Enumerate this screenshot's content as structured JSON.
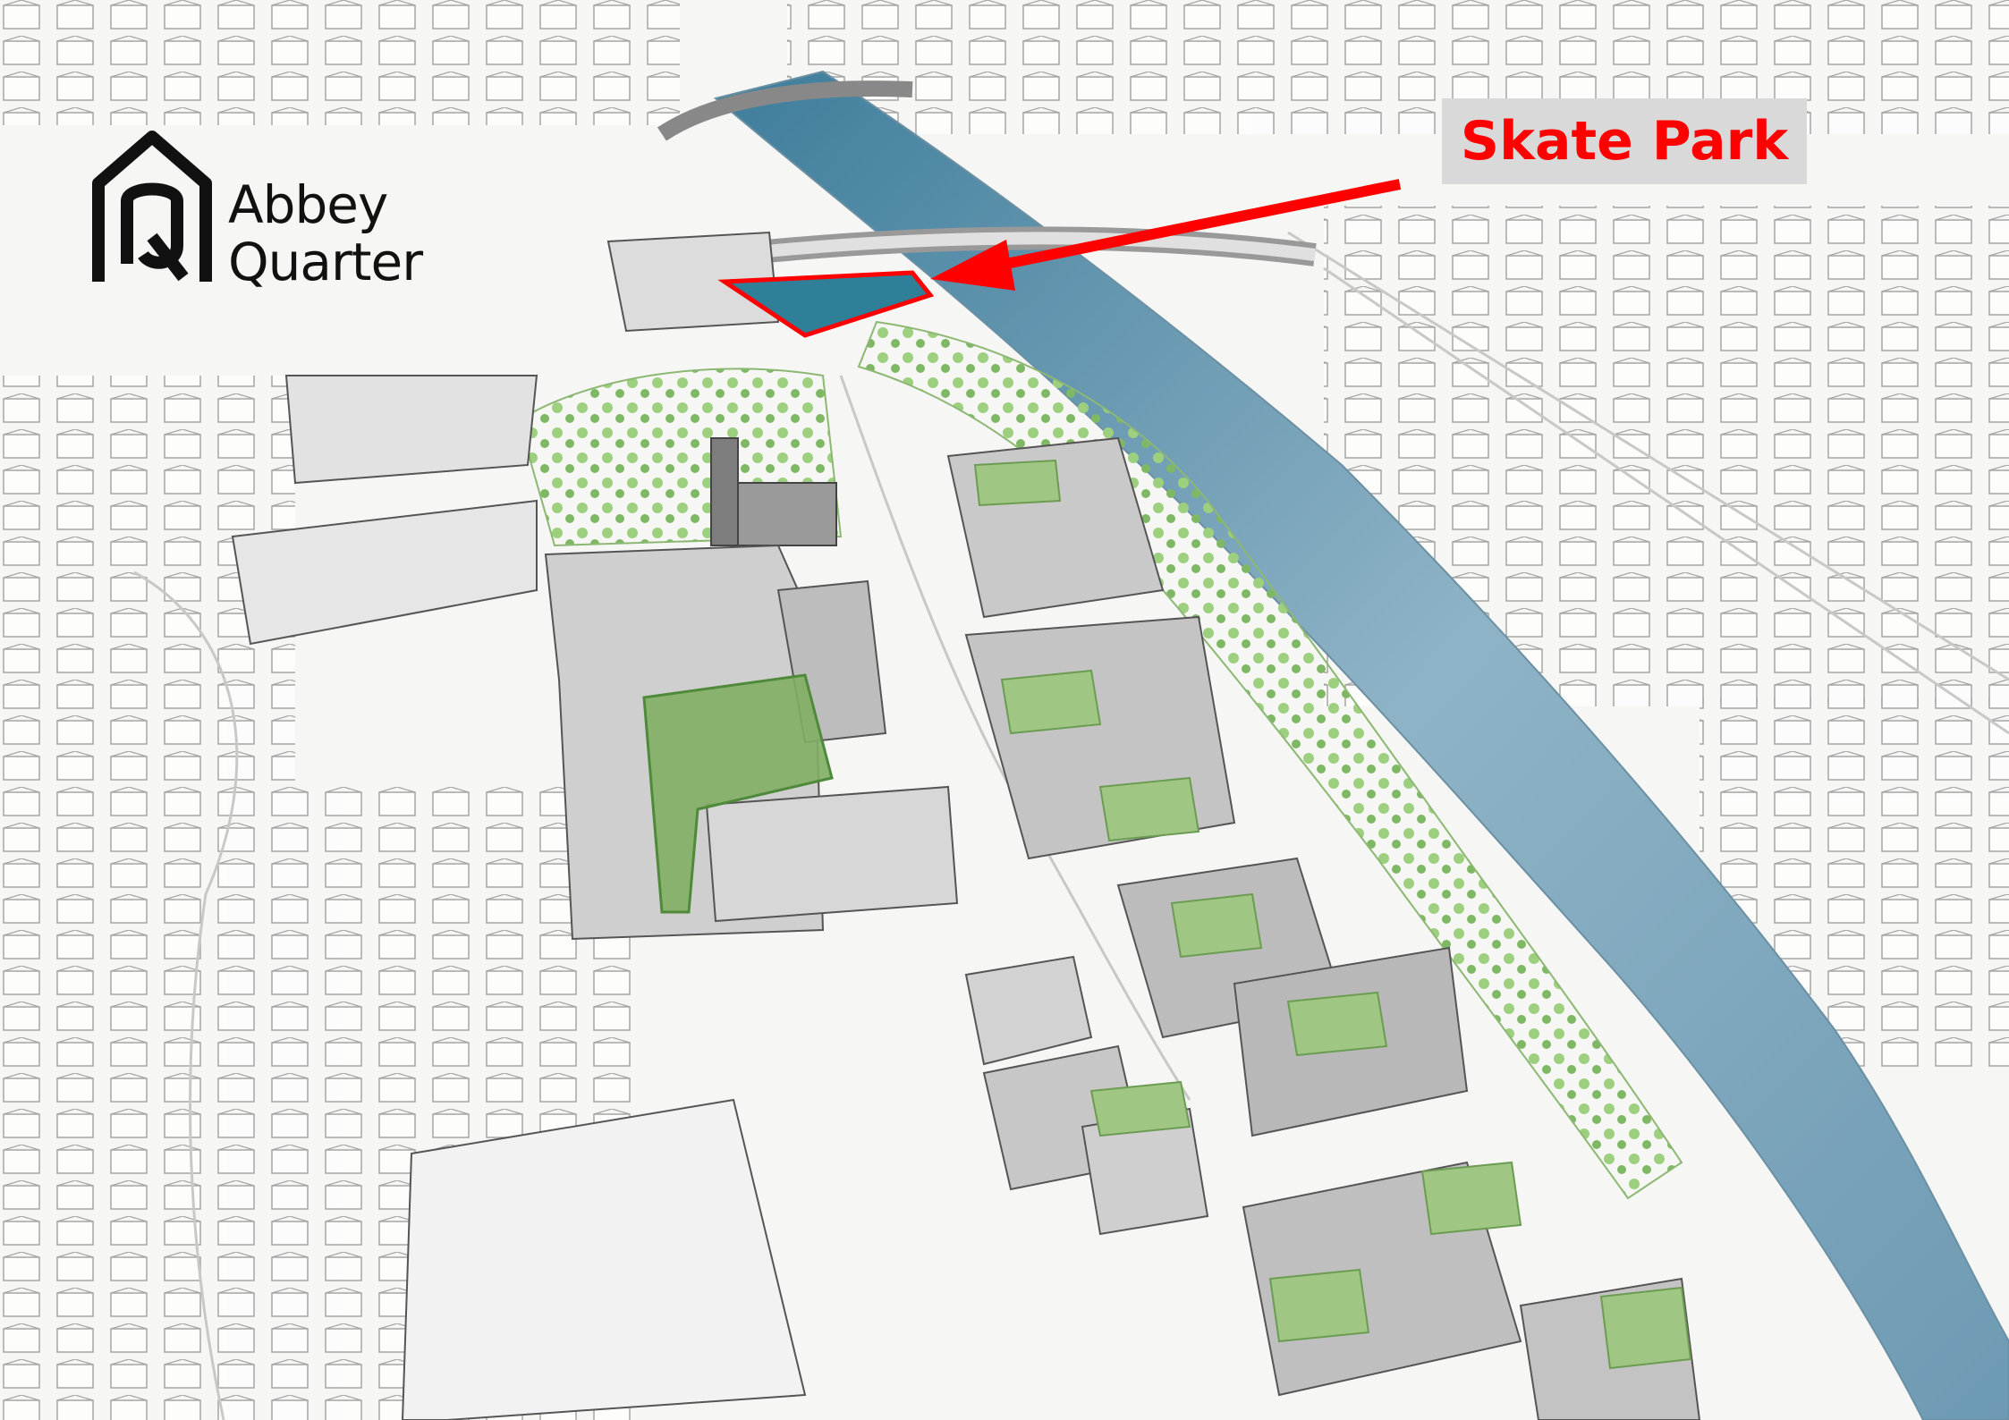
{
  "logo": {
    "line1": "Abbey",
    "line2": "Quarter",
    "icon": "abbey-arch-q-icon"
  },
  "callout": {
    "label": "Skate Park"
  },
  "colors": {
    "callout_text": "#ff0000",
    "callout_background": "#d9d9d9",
    "arrow": "#ff0000",
    "highlight_outline": "#ff0000",
    "skate_park_fill": "#2f7f98",
    "river": "#8fb3c6",
    "green_space": "#7fae63",
    "building_outline": "#555555"
  }
}
